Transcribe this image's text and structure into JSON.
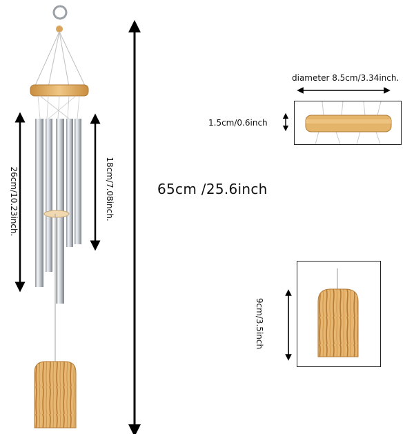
{
  "measurements": {
    "overall_height": "65cm /25.6inch",
    "long_tube": "26cm/10.23inch.",
    "short_tube": "18cm/7.08inch.",
    "ring_diameter": "diameter 8.5cm/3.34inch.",
    "ring_thickness": "1.5cm/0.6inch",
    "sail_height": "9cm/3.5inch"
  },
  "colors": {
    "wood": "#e3b46a",
    "wood_dark": "#c98d3f",
    "metal": "#d9dde2",
    "arrow": "#000000"
  }
}
